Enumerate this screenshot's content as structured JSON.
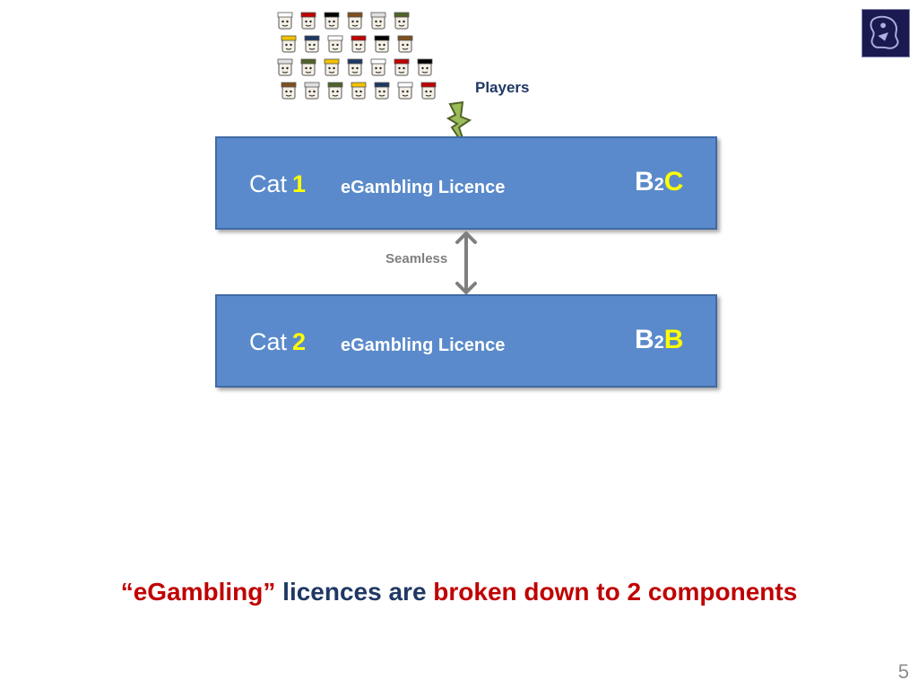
{
  "top_label": "Players",
  "boxes": [
    {
      "cat_word": "Cat",
      "cat_num": "1",
      "licence": "eGambling Licence",
      "model_a": "B",
      "model_two": "2",
      "model_b": "C"
    },
    {
      "cat_word": "Cat",
      "cat_num": "2",
      "licence": "eGambling Licence",
      "model_a": "B",
      "model_two": "2",
      "model_b": "B"
    }
  ],
  "connector_label": "Seamless",
  "footer": {
    "part1": "“eGambling”",
    "part2": " licences are ",
    "part3": "broken down to 2 components"
  },
  "page_number": "5",
  "colors": {
    "box_fill": "#5a8acb",
    "highlight_yellow": "#ffff00",
    "dark_red": "#c00000",
    "navy": "#1f3864",
    "gray": "#7f7f7f"
  },
  "icons": {
    "players": "players-faces-icon",
    "bolt": "lightning-bolt-icon",
    "connector": "double-arrow-icon",
    "logo": "crest-logo-icon"
  }
}
